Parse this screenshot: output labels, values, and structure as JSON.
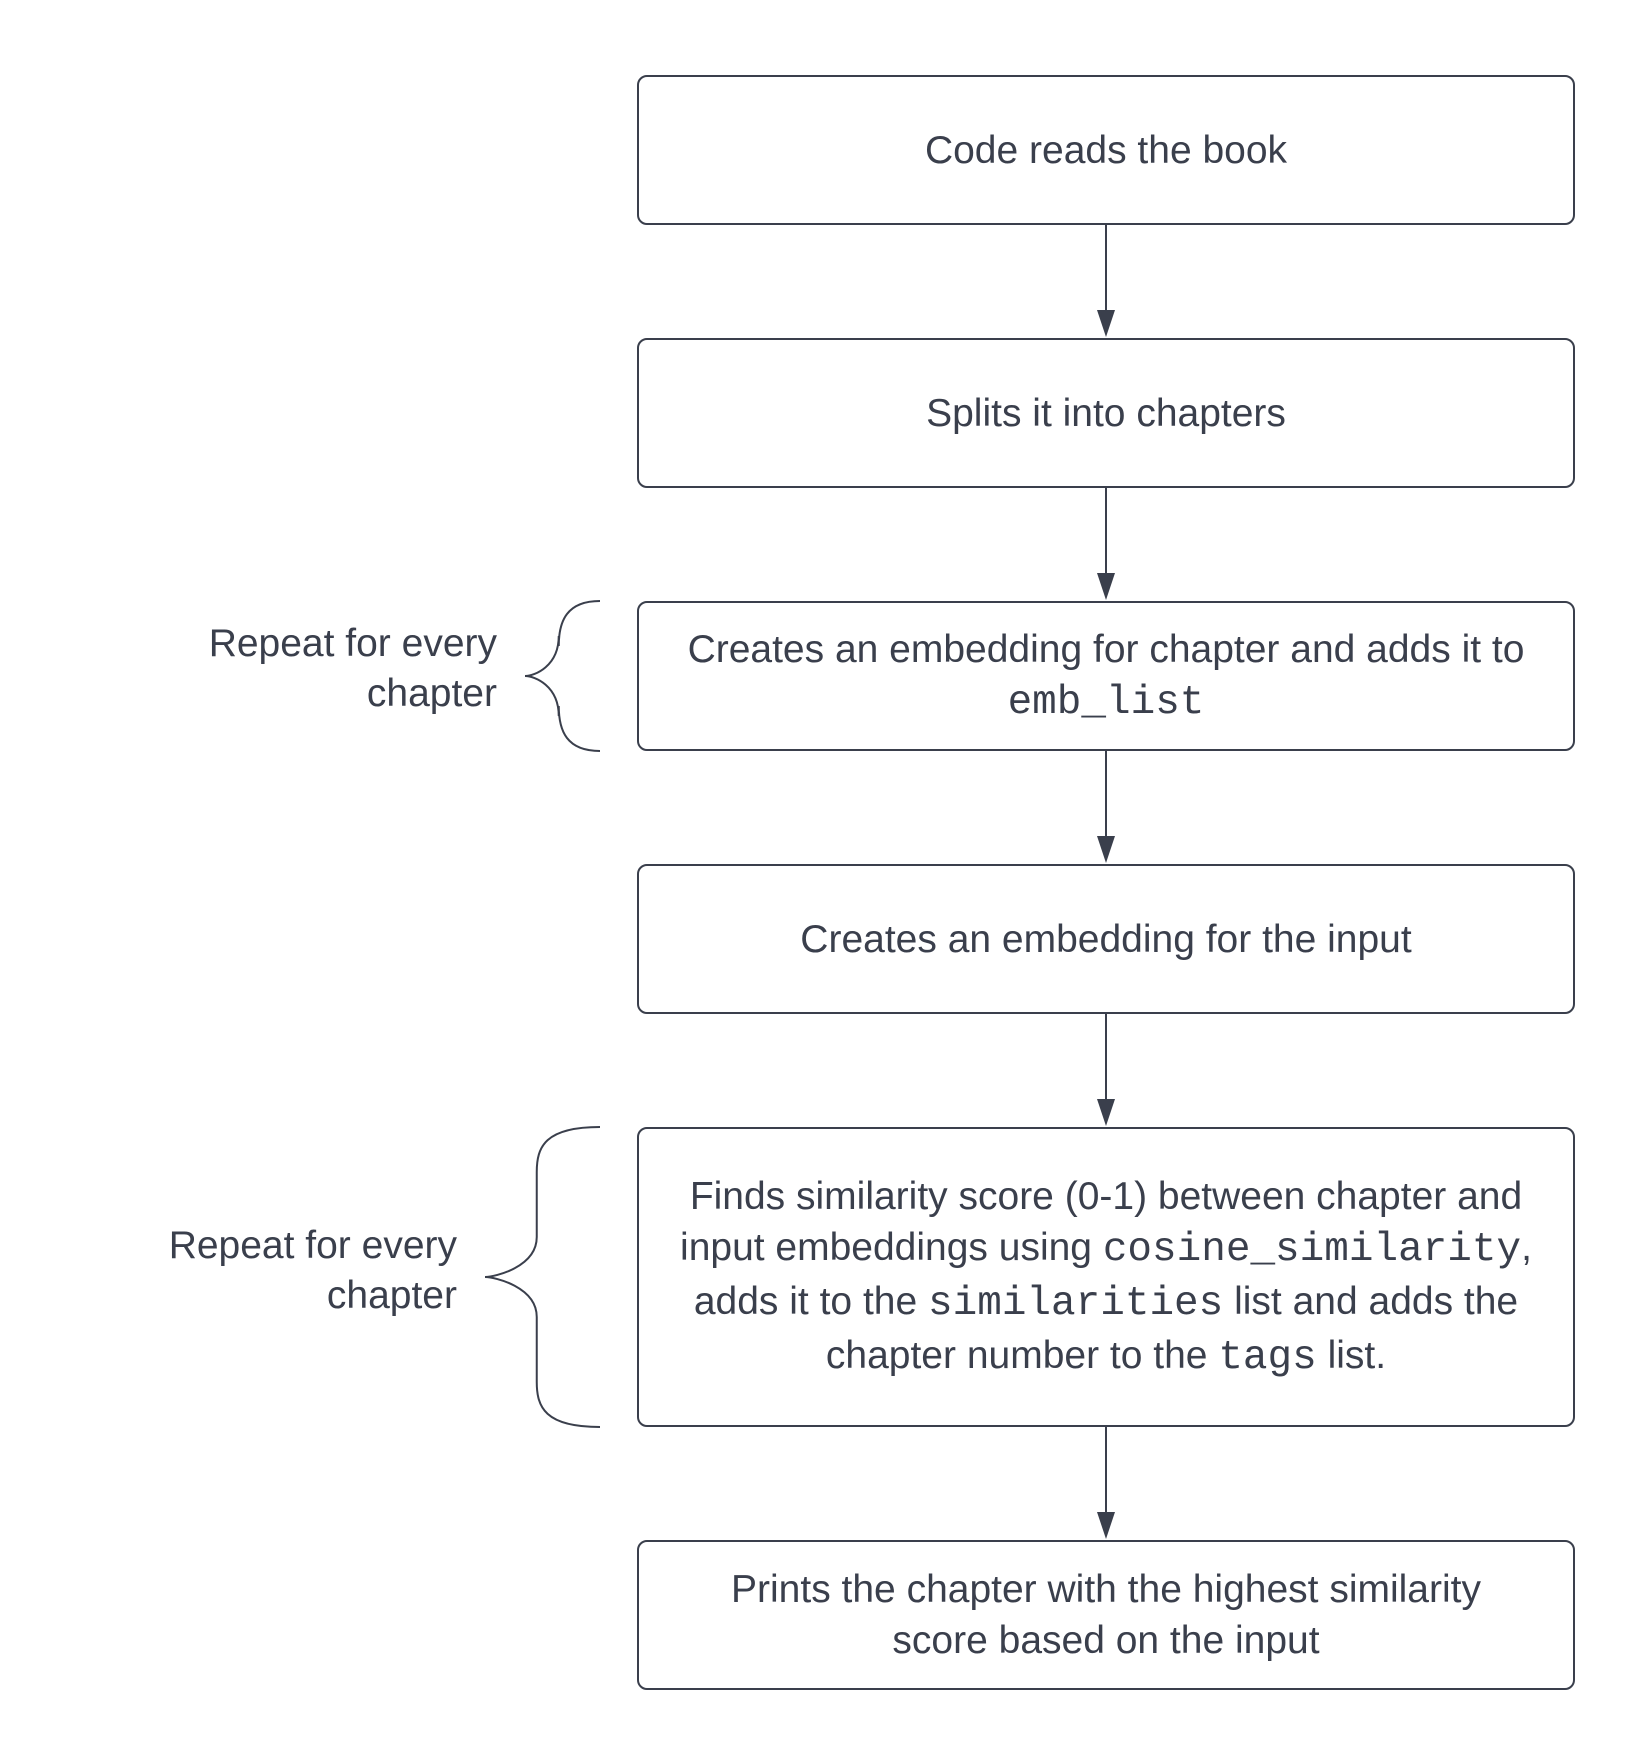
{
  "colors": {
    "stroke": "#3a3f4c",
    "background": "#ffffff",
    "text": "#3a3f4c"
  },
  "steps": [
    {
      "id": "read-book",
      "parts": [
        {
          "text": "Code reads the book",
          "code": false
        }
      ]
    },
    {
      "id": "split-chapters",
      "parts": [
        {
          "text": "Splits it into chapters",
          "code": false
        }
      ]
    },
    {
      "id": "chapter-embedding",
      "parts": [
        {
          "text": "Creates an embedding for chapter and adds it to ",
          "code": false
        },
        {
          "text": "emb_list",
          "code": true
        }
      ]
    },
    {
      "id": "input-embedding",
      "parts": [
        {
          "text": "Creates an embedding for the input",
          "code": false
        }
      ]
    },
    {
      "id": "similarity-score",
      "parts": [
        {
          "text": "Finds similarity score (0-1) between chapter and input embeddings using ",
          "code": false
        },
        {
          "text": "cosine_similarity",
          "code": true
        },
        {
          "text": ", adds it to the ",
          "code": false
        },
        {
          "text": "similarities",
          "code": true
        },
        {
          "text": " list and adds the chapter number to the ",
          "code": false
        },
        {
          "text": "tags",
          "code": true
        },
        {
          "text": " list.",
          "code": false
        }
      ]
    },
    {
      "id": "print-result",
      "parts": [
        {
          "text": "Prints the chapter with the highest similarity score based on the input",
          "code": false
        }
      ]
    }
  ],
  "side_notes": [
    {
      "lines": [
        "Repeat for every",
        "chapter"
      ],
      "target_step": 2
    },
    {
      "lines": [
        "Repeat for every",
        "chapter"
      ],
      "target_step": 4
    }
  ],
  "connectors": [
    {
      "from": 0,
      "to": 1
    },
    {
      "from": 1,
      "to": 2
    },
    {
      "from": 2,
      "to": 3
    },
    {
      "from": 3,
      "to": 4
    },
    {
      "from": 4,
      "to": 5
    }
  ]
}
